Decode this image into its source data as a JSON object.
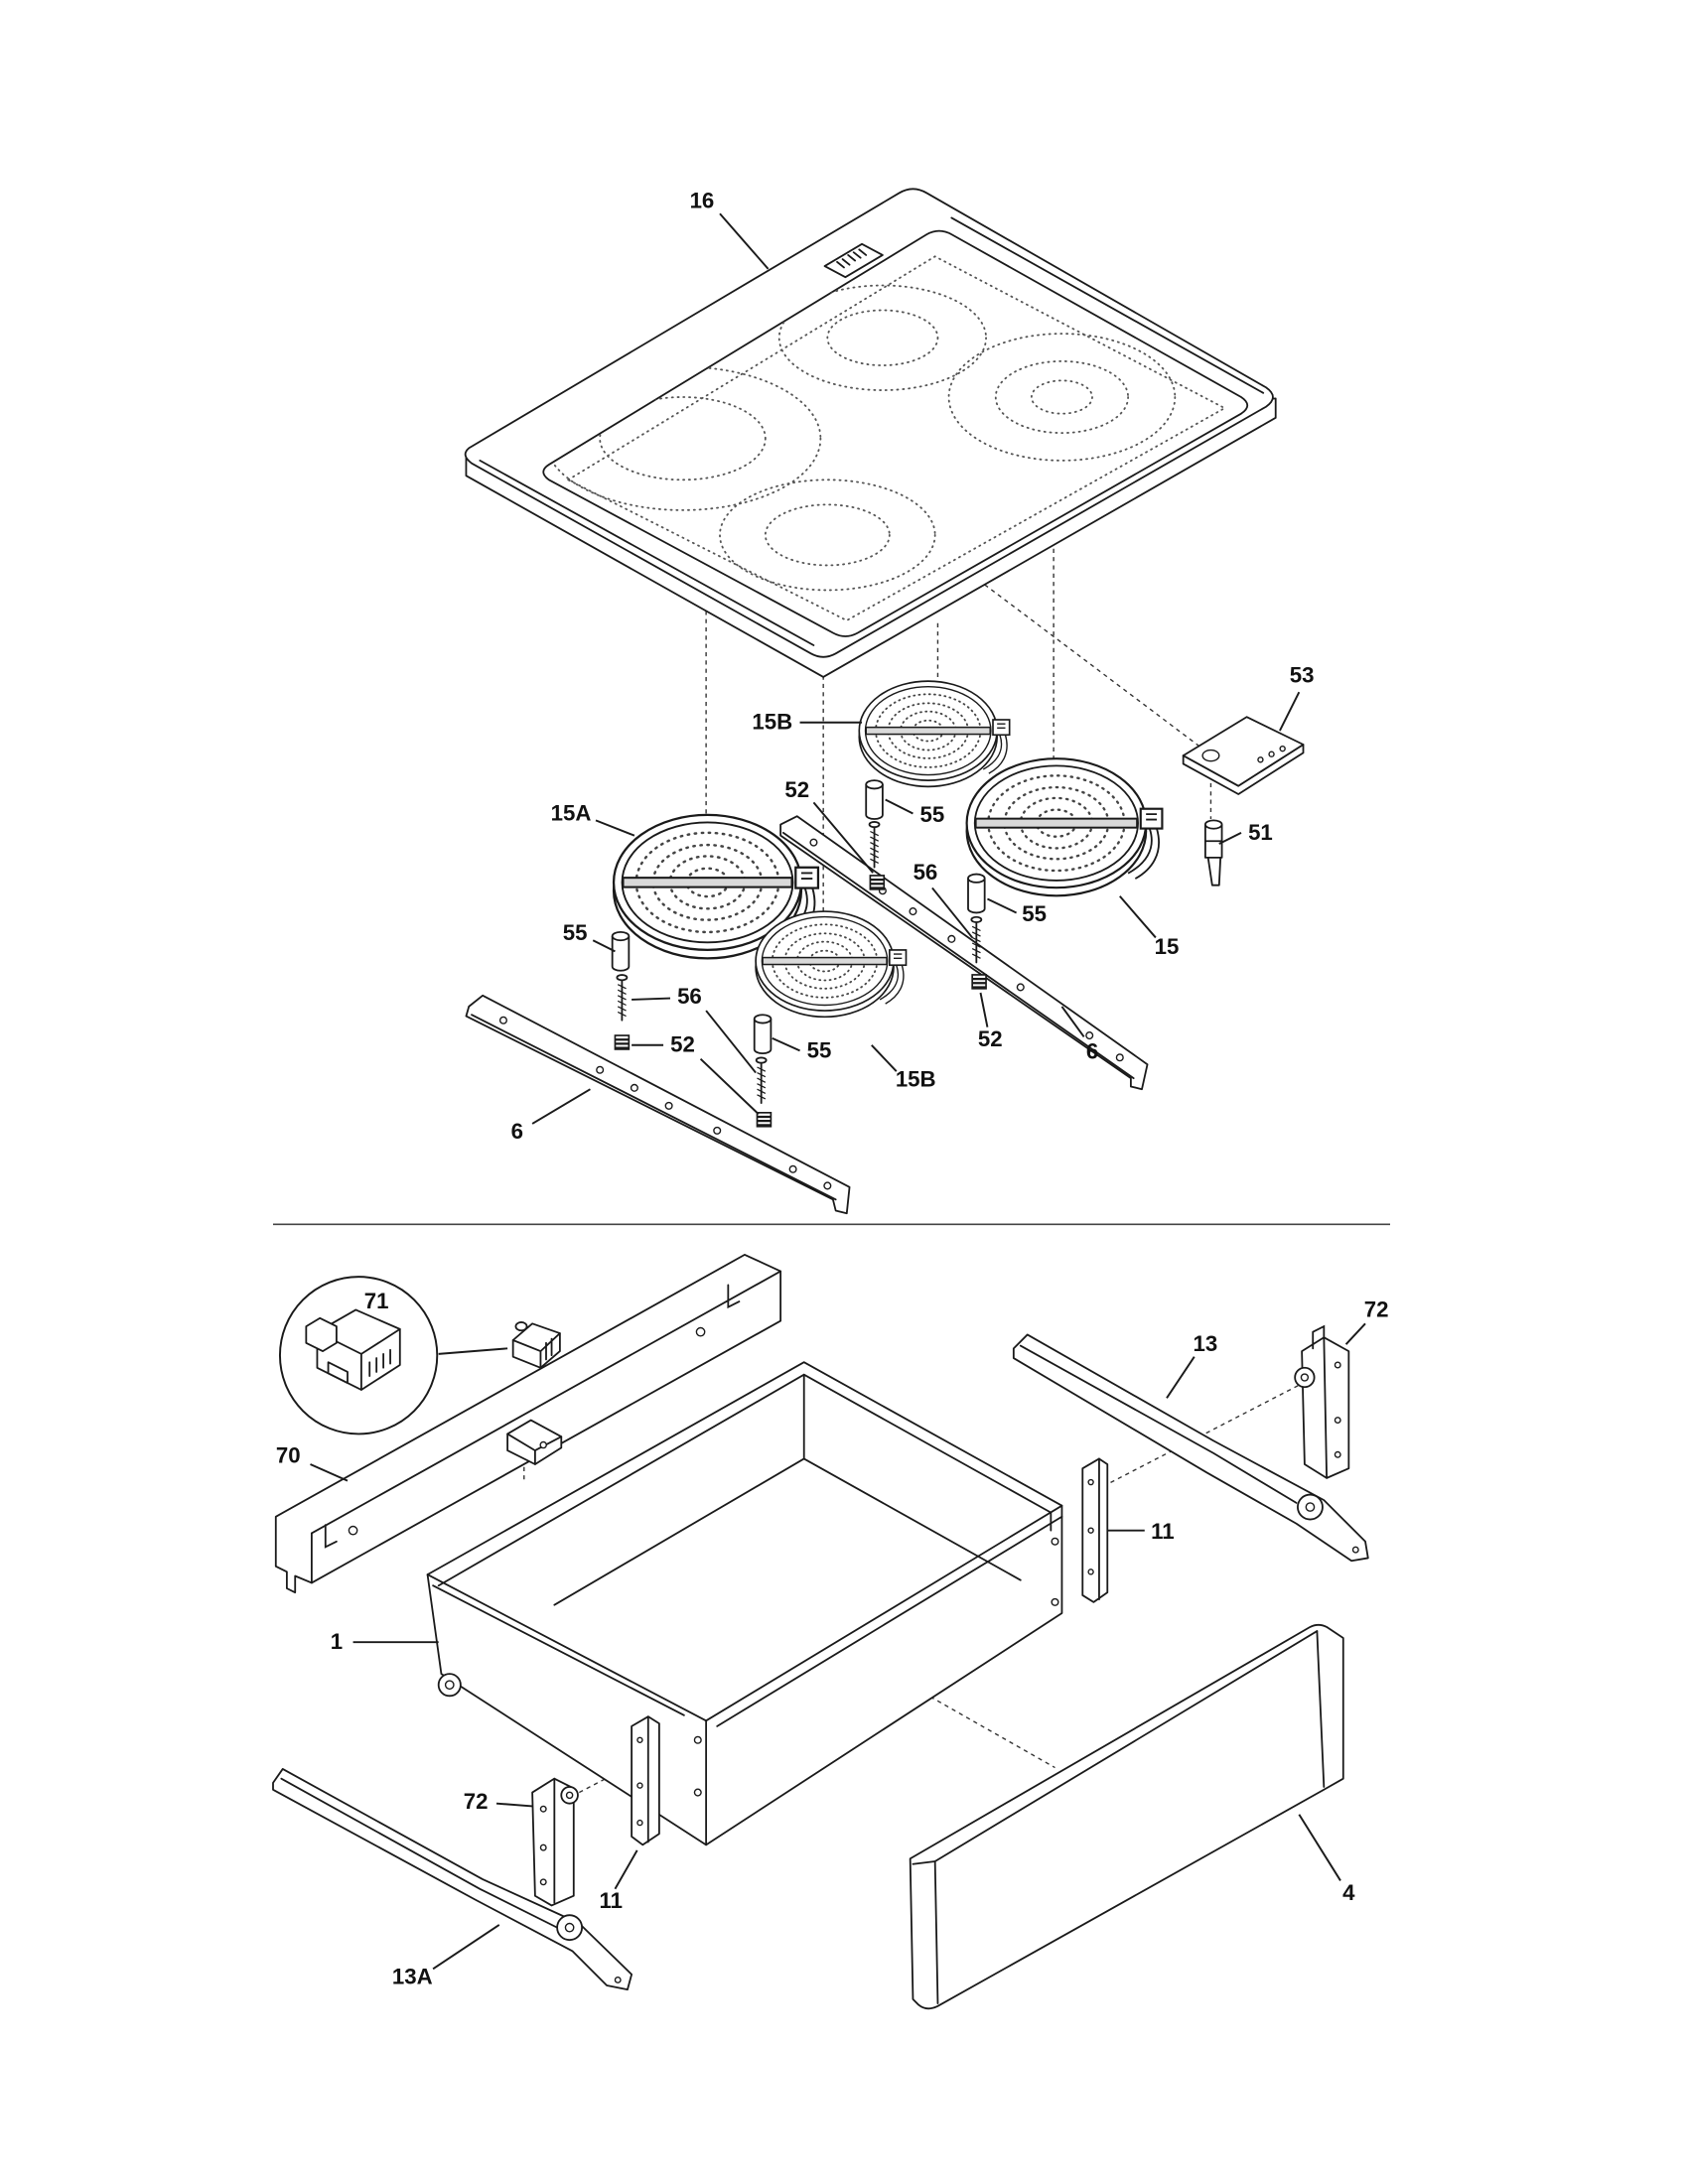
{
  "cooktop_section": {
    "callouts": [
      "16",
      "53",
      "15B",
      "52",
      "55",
      "51",
      "15A",
      "56",
      "55",
      "15",
      "55",
      "56",
      "52",
      "55",
      "52",
      "15B",
      "6",
      "6"
    ]
  },
  "drawer_section": {
    "callouts": [
      "71",
      "72",
      "13",
      "70",
      "11",
      "1",
      "72",
      "11",
      "4",
      "13A"
    ]
  },
  "colors": {
    "line": "#1a1a1a",
    "background": "#ffffff",
    "element_bar": "#d9d9d9"
  }
}
